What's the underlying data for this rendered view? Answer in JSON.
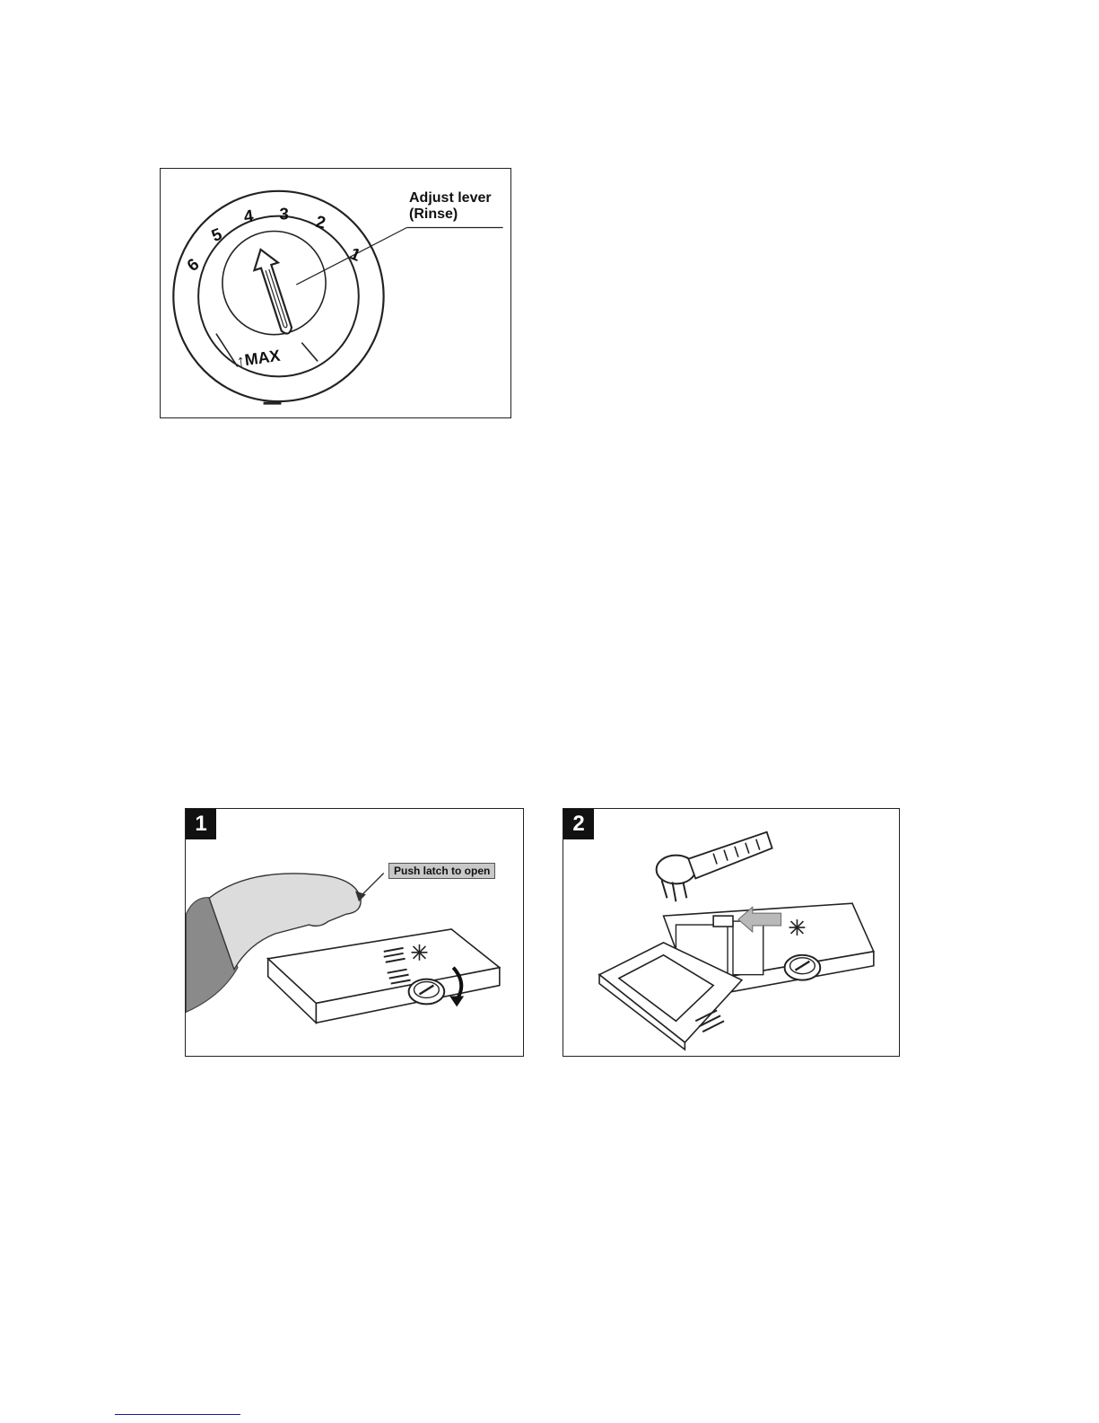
{
  "figures": {
    "dial": {
      "scale_numbers": [
        "6",
        "5",
        "4",
        "3",
        "2",
        "1"
      ],
      "max_label": "↑MAX",
      "callout_line1": "Adjust lever",
      "callout_line2": "(Rinse)"
    },
    "step1": {
      "number": "1",
      "callout": "Push latch to open"
    },
    "step2": {
      "number": "2"
    }
  },
  "colors": {
    "line": "#222222",
    "hand_fill": "#dcdcdc",
    "sleeve_fill": "#8a8a8a",
    "arrow_fill": "#b9b9b9"
  }
}
